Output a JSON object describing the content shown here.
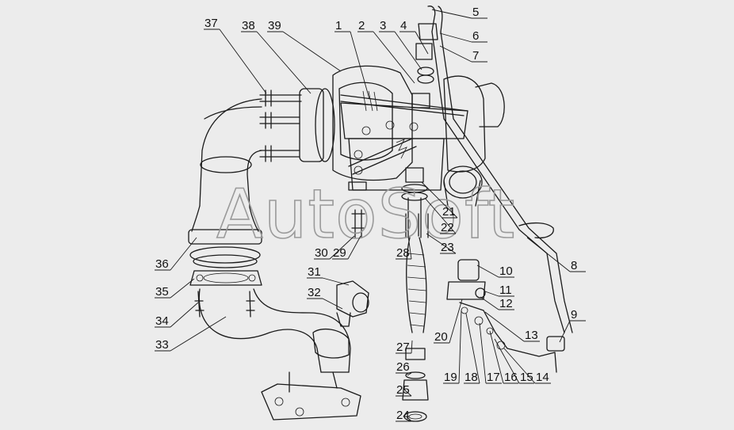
{
  "diagram": {
    "watermark": "AutoSoft",
    "callouts": [
      "1",
      "2",
      "3",
      "4",
      "5",
      "6",
      "7",
      "8",
      "9",
      "10",
      "11",
      "12",
      "13",
      "14",
      "15",
      "16",
      "17",
      "18",
      "19",
      "20",
      "21",
      "22",
      "23",
      "24",
      "25",
      "26",
      "27",
      "28",
      "29",
      "30",
      "31",
      "32",
      "33",
      "34",
      "35",
      "36",
      "37",
      "38",
      "39"
    ]
  }
}
